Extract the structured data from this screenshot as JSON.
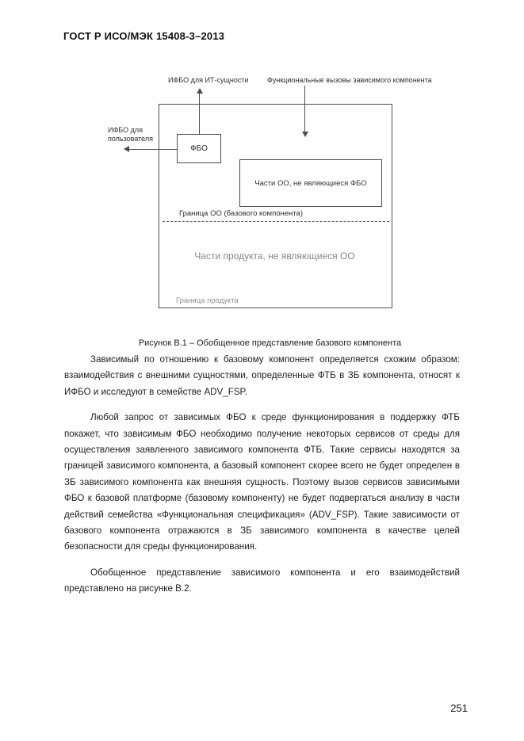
{
  "page": {
    "header": "ГОСТ Р ИСО/МЭК 15408-3–2013",
    "page_number": "251"
  },
  "colors": {
    "diagram_line": "#4d4d4d",
    "muted_text": "#8a8a8a",
    "body_text": "#1c1c1c"
  },
  "figure": {
    "labels": {
      "ifbo_it": "ИФБО для ИТ-сущности",
      "func_calls": "Функциональные вызовы зависимого компонента",
      "ifbo_user": "ИФБО для пользователя",
      "fbo": "ФБО",
      "parts_oo": "Части ОО, не являющиеся ФБО",
      "oo_boundary": "Граница ОО (базового компонента)",
      "parts_product": "Части продукта, не являющиеся ОО",
      "product_boundary": "Граница продукта"
    },
    "caption": "Рисунок В.1 – Обобщенное представление базового компонента"
  },
  "body": {
    "paragraphs": [
      "Зависимый по отношению к базовому компонент определяется схожим образом: взаимодействия с внешними сущностями, определенные ФТБ в ЗБ компонента, относят к ИФБО и исследуют в семействе ADV_FSP.",
      "Любой запрос от зависимых ФБО к среде функционирования в поддержку ФТБ покажет, что зависимым ФБО необходимо получение некоторых сервисов от среды для осуществления заявленного зависимого компонента ФТБ. Такие сервисы находятся за границей зависимого компонента, а базовый компонент скорее всего не будет определен в ЗБ зависимого компонента как внешняя сущность. Поэтому вызов сервисов зависимыми ФБО к базовой платформе (базовому компоненту) не будет подвергаться анализу в части действий семейства «Функциональная спецификация» (ADV_FSP). Такие зависимости от базового компонента отражаются в ЗБ зависимого компонента в качестве целей безопасности для среды функционирования.",
      "Обобщенное представление зависимого компонента и его взаимодействий представлено на рисунке В.2."
    ]
  }
}
